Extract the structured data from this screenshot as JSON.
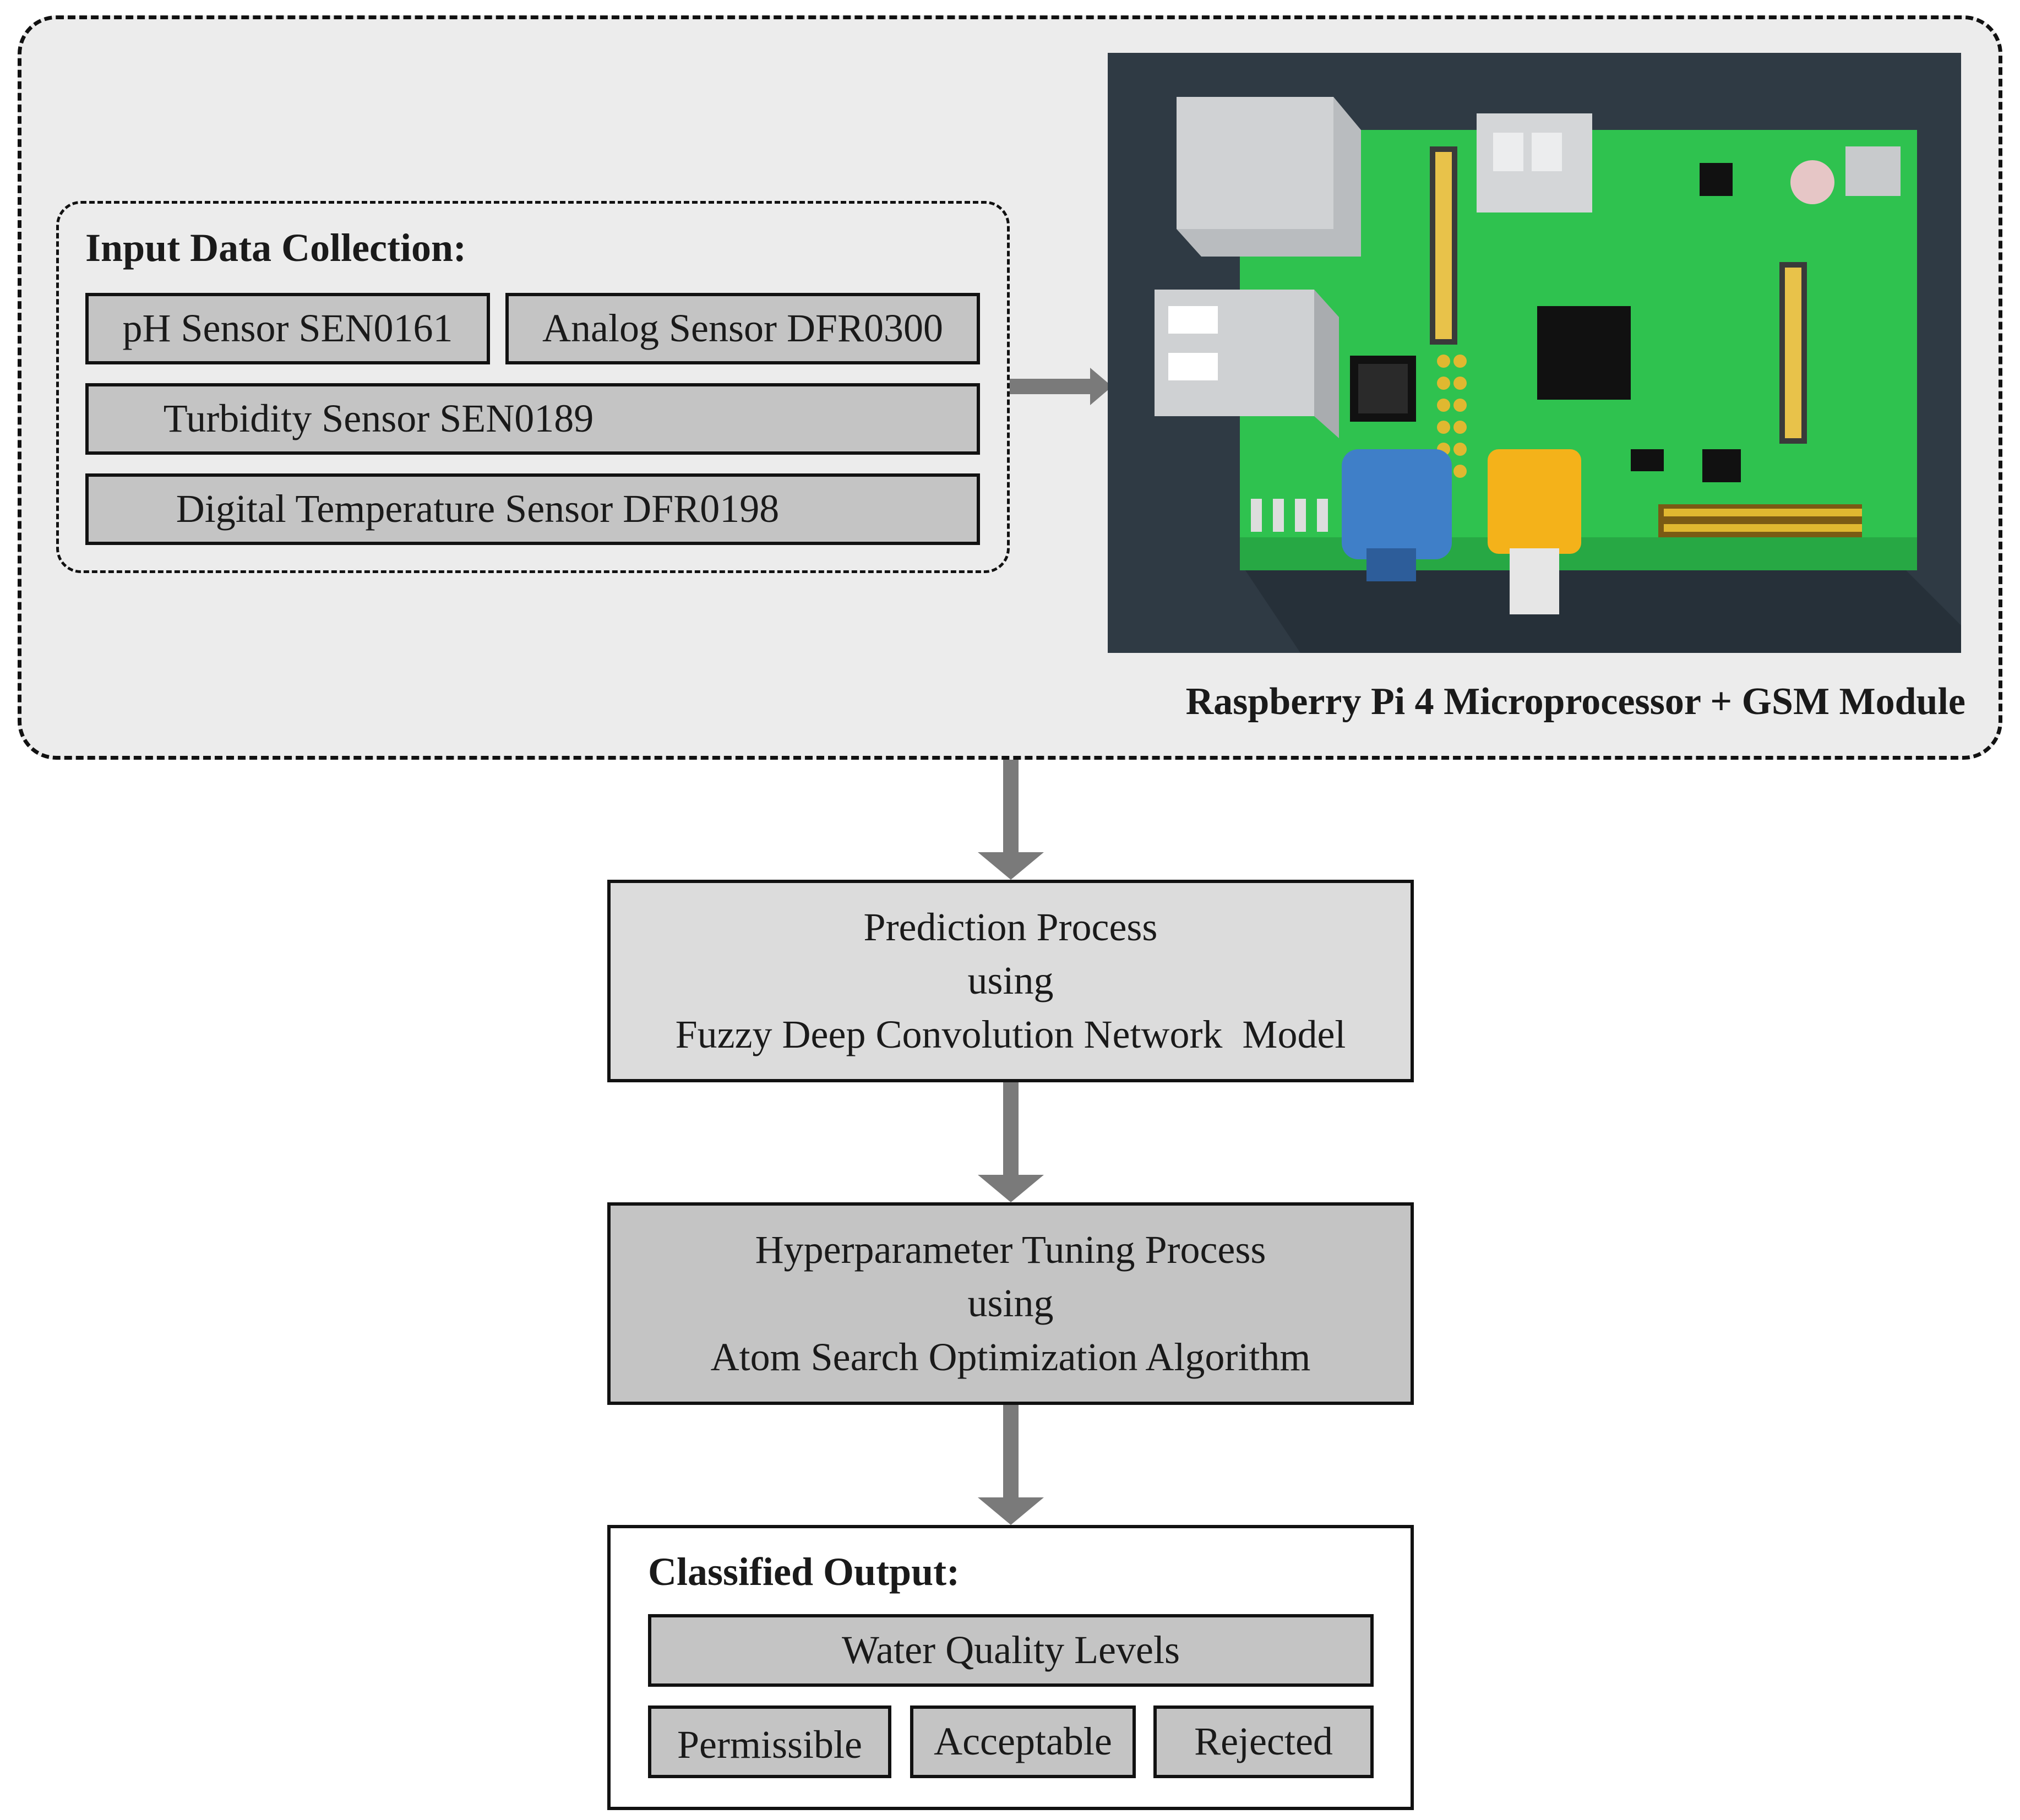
{
  "input": {
    "heading": "Input Data Collection:",
    "sensors": [
      "pH Sensor SEN0161",
      "Analog Sensor DFR0300",
      "Turbidity Sensor SEN0189",
      "Digital Temperature Sensor DFR0198"
    ]
  },
  "device": {
    "caption": "Raspberry Pi 4 Microprocessor + GSM Module"
  },
  "prediction": {
    "line1": "Prediction Process",
    "line2": "using",
    "line3": "Fuzzy Deep Convolution Network  Model"
  },
  "tuning": {
    "line1": "Hyperparameter Tuning Process",
    "line2": "using",
    "line3": "Atom Search Optimization Algorithm"
  },
  "output": {
    "heading": "Classified Output:",
    "levels_label": "Water Quality Levels",
    "classes": [
      "Permissible",
      "Acceptable",
      "Rejected"
    ]
  },
  "colors": {
    "panel": "#ececec",
    "box_light": "#dcdcdc",
    "box_dark": "#c4c4c4",
    "arrow": "#7a7a7a",
    "board_bg": "#2f3a44",
    "pcb": "#2fc24f"
  }
}
